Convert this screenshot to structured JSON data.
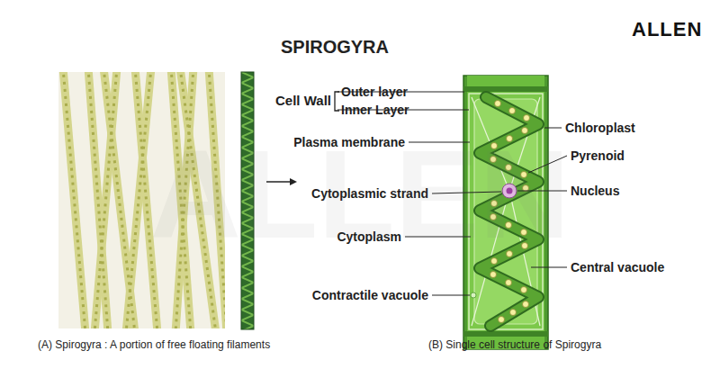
{
  "diagram": {
    "title": "SPIROGYRA",
    "labels": [
      "ALLEN",
      "Cell Wall",
      "Outer layer",
      "Inner Layer",
      "Plasma membrane",
      "Cytoplasmic strand",
      "Cytoplasm",
      "Contractile vacuole",
      "Chloroplast",
      "Pyrenoid",
      "Nucleus",
      "Central vacuole",
      "(A) Spirogyra : A portion of free floating filaments",
      "(B) Single cell structure of Spirogyra",
      "ALLEN"
    ]
  }
}
